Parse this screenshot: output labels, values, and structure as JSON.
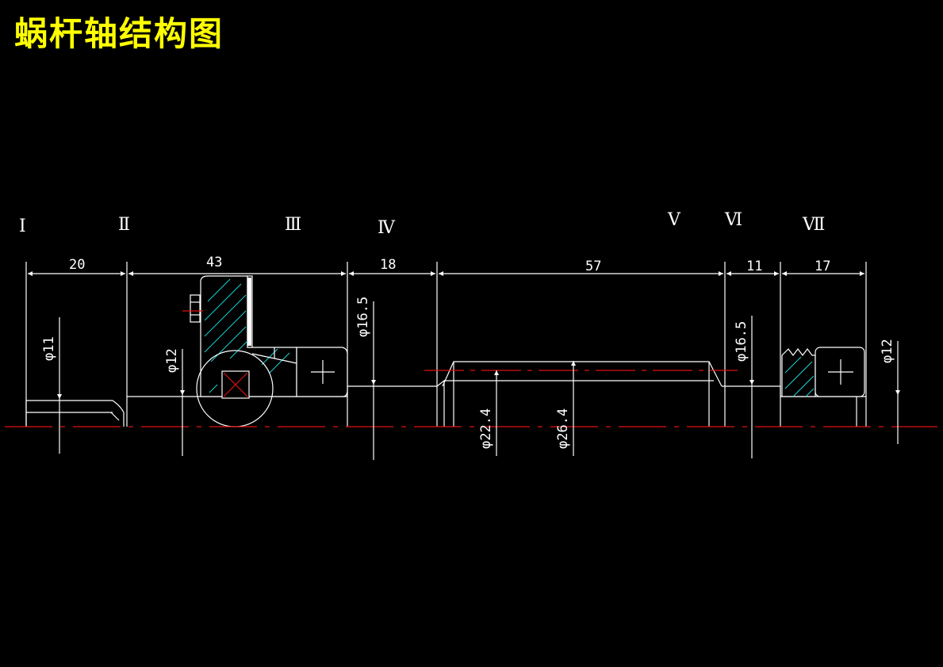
{
  "title": "蜗杆轴结构图",
  "colors": {
    "background": "#000000",
    "title": "#ffff00",
    "lines": "#ffffff",
    "centerline": "#e01010",
    "hatch": "#19d4d4"
  },
  "section_labels": [
    "Ⅰ",
    "Ⅱ",
    "Ⅲ",
    "Ⅳ",
    "Ⅴ",
    "Ⅵ",
    "Ⅶ"
  ],
  "lengths": [
    "20",
    "43",
    "18",
    "57",
    "11",
    "17"
  ],
  "diameters": [
    "φ11",
    "φ12",
    "φ16.5",
    "φ22.4",
    "φ26.4",
    "φ16.5",
    "φ12"
  ]
}
